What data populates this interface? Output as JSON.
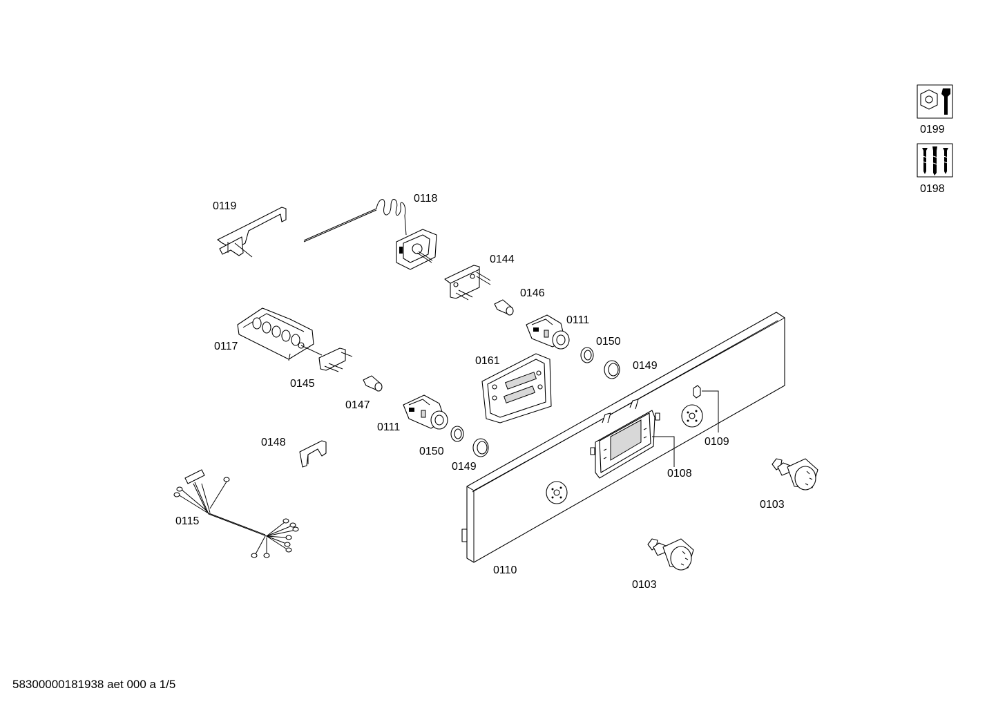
{
  "labels": {
    "p0199": "0199",
    "p0198": "0198",
    "p0119": "0119",
    "p0118": "0118",
    "p0144": "0144",
    "p0146": "0146",
    "p0111a": "0111",
    "p0150a": "0150",
    "p0149a": "0149",
    "p0161": "0161",
    "p0117": "0117",
    "p0145": "0145",
    "p0147": "0147",
    "p0111b": "0111",
    "p0150b": "0150",
    "p0149b": "0149",
    "p0148": "0148",
    "p0115": "0115",
    "p0109": "0109",
    "p0108": "0108",
    "p0103a": "0103",
    "p0103b": "0103",
    "p0110": "0110"
  },
  "footer": "58300000181938 aet 000 a 1/5",
  "icons": {
    "service": "wrench-nut-icon",
    "screws": "screws-icon"
  }
}
